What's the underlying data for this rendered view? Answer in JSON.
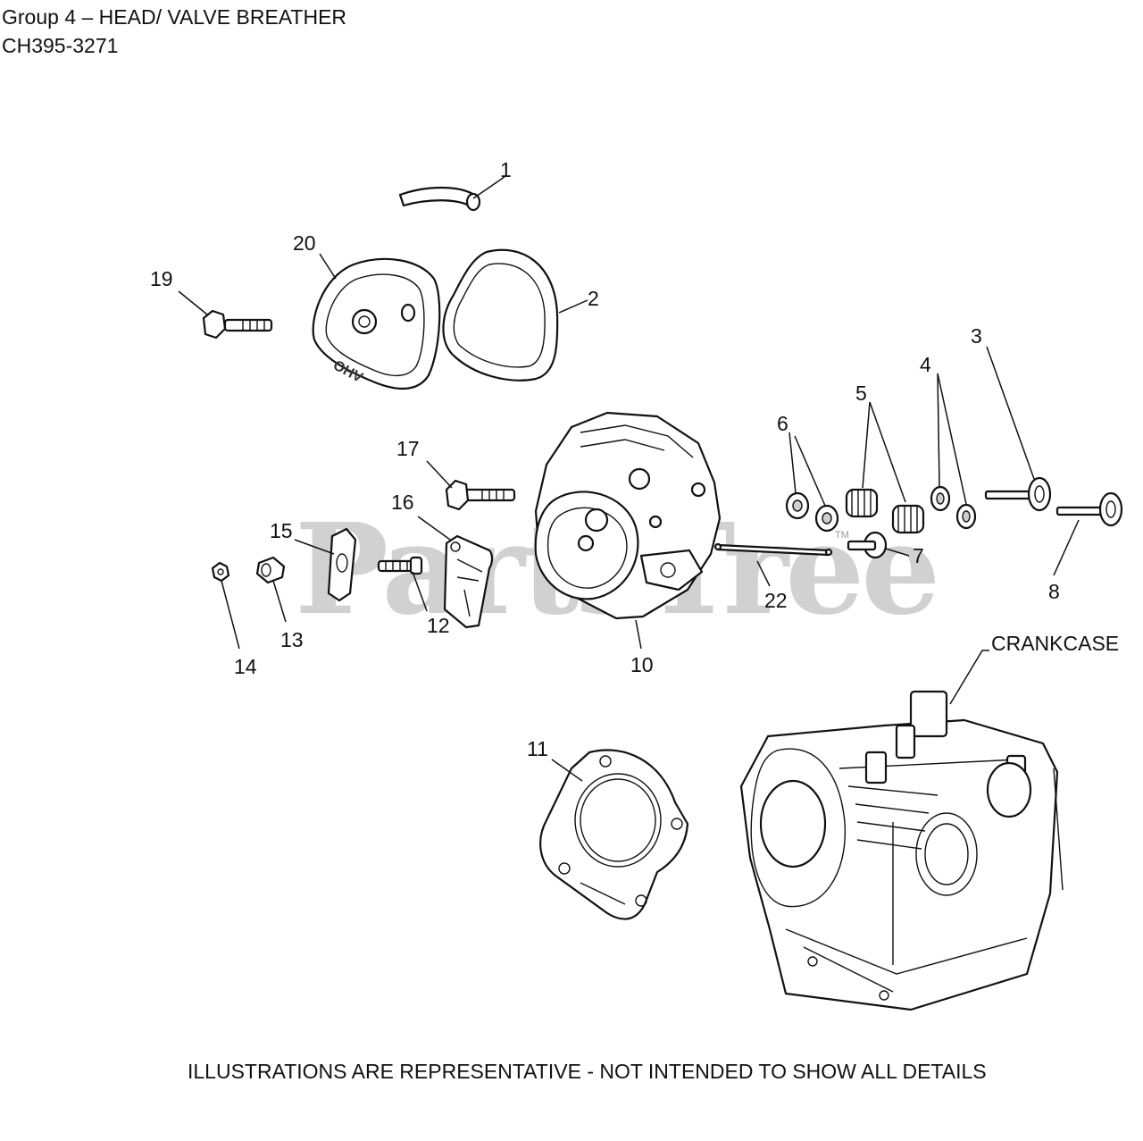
{
  "header": {
    "title": "Group 4 – HEAD/ VALVE BREATHER",
    "model": "CH395-3271"
  },
  "footer": {
    "note": "ILLUSTRATIONS ARE REPRESENTATIVE - NOT INTENDED TO SHOW ALL DETAILS"
  },
  "watermark": {
    "text": "PartsTree",
    "trademark": "TM"
  },
  "cover_embossing": "OHV",
  "callouts": {
    "c1": "1",
    "c2": "2",
    "c3": "3",
    "c4": "4",
    "c5": "5",
    "c6": "6",
    "c7": "7",
    "c8": "8",
    "c10": "10",
    "c11": "11",
    "c12": "12",
    "c13": "13",
    "c14": "14",
    "c15": "15",
    "c16": "16",
    "c17": "17",
    "c19": "19",
    "c20": "20",
    "c22": "22",
    "crankcase": "CRANKCASE"
  }
}
